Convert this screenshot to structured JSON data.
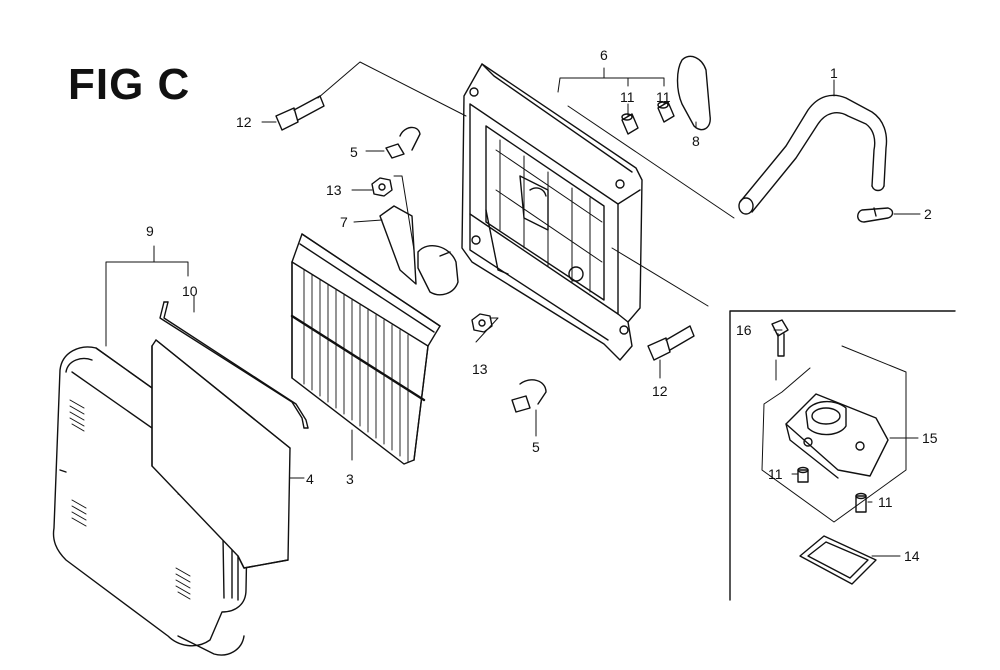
{
  "title": "FIG C",
  "callouts": {
    "c1": "1",
    "c2": "2",
    "c3": "3",
    "c4": "4",
    "c5a": "5",
    "c5b": "5",
    "c6": "6",
    "c7": "7",
    "c8": "8",
    "c9": "9",
    "c10": "10",
    "c11a": "11",
    "c11b": "11",
    "c11c": "11",
    "c11d": "11",
    "c12a": "12",
    "c12b": "12",
    "c13a": "13",
    "c13b": "13",
    "c14": "14",
    "c15": "15",
    "c16": "16"
  }
}
